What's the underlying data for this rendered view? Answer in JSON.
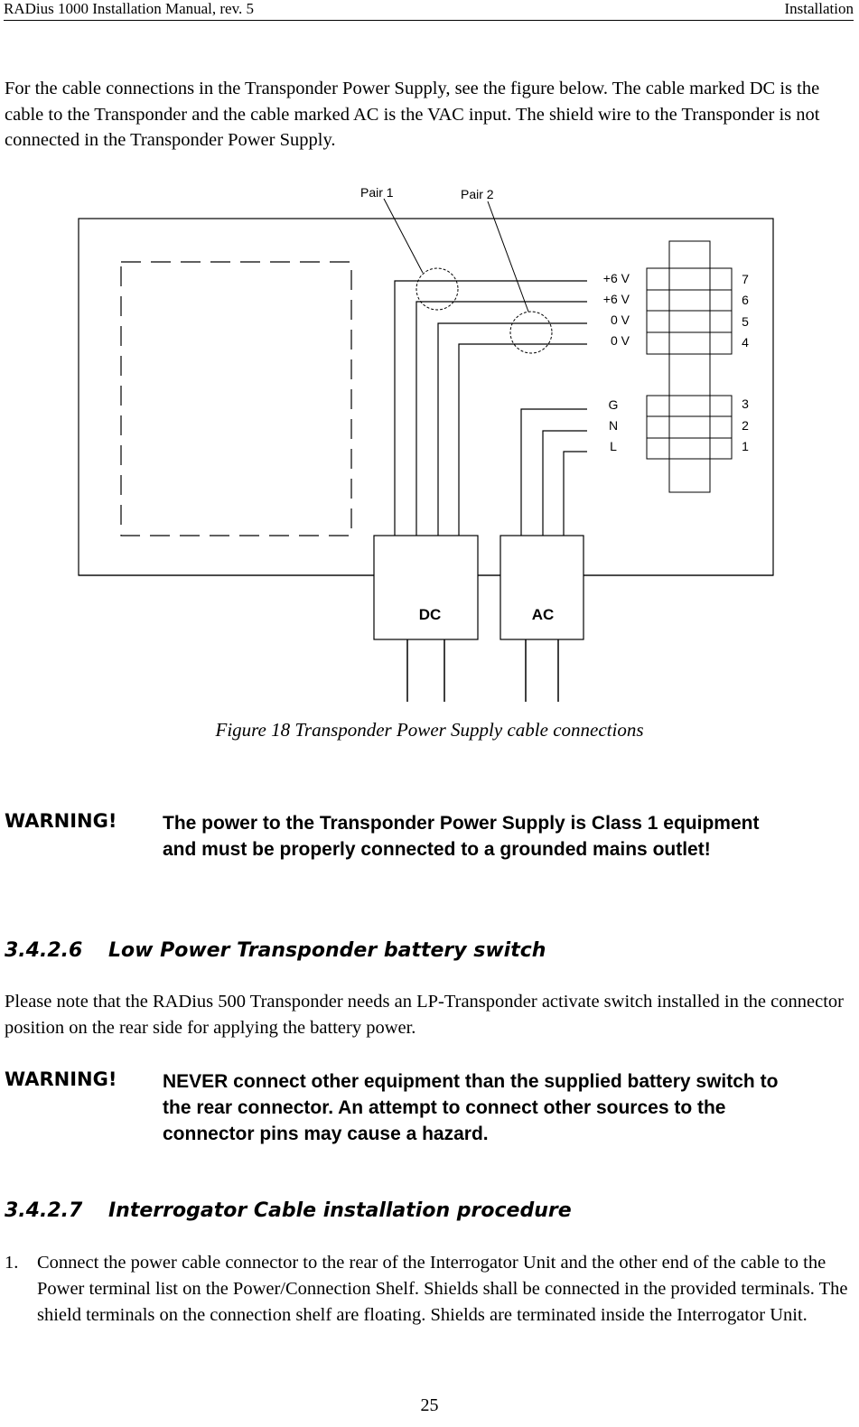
{
  "header": {
    "left": "RADius 1000 Installation Manual, rev. 5",
    "right": "Installation"
  },
  "intro": "For the cable connections in the Transponder Power Supply, see the figure below. The cable marked DC is the cable to the Transponder and the cable marked AC is the VAC input. The shield wire to the Transponder is not connected in the Transponder Power Supply.",
  "figure": {
    "pair1": "Pair 1",
    "pair2": "Pair 2",
    "v1": "+6 V",
    "v2": "+6 V",
    "v3": "0 V",
    "v4": "0 V",
    "g": "G",
    "n": "N",
    "l": "L",
    "p7": "7",
    "p6": "6",
    "p5": "5",
    "p4": "4",
    "p3": "3",
    "p2": "2",
    "p1": "1",
    "dc": "DC",
    "ac": "AC"
  },
  "caption": "Figure 18   Transponder Power Supply cable connections",
  "warning1": {
    "label": "WARNING!",
    "text": "The power to the Transponder Power Supply is Class 1 equipment and must be properly connected to a grounded mains outlet!"
  },
  "section1": {
    "number": "3.4.2.6",
    "title": "Low Power Transponder battery switch"
  },
  "section1_body": "Please note that the RADius 500 Transponder needs an LP-Transponder activate switch installed in the connector position on the rear side for applying the battery power.",
  "warning2": {
    "label": "WARNING!",
    "text": "NEVER connect other equipment than the supplied battery switch to the rear connector. An attempt to connect other sources to the connector pins may cause a hazard."
  },
  "section2": {
    "number": "3.4.2.7",
    "title": "Interrogator Cable installation procedure"
  },
  "list": [
    {
      "num": "1.",
      "text": "Connect the power cable connector to the rear of the Interrogator Unit and the other end of the cable to the Power terminal list on the Power/Connection Shelf. Shields shall be connected in the provided terminals. The shield terminals on the connection shelf are floating. Shields are terminated inside the Interrogator Unit."
    }
  ],
  "page_number": "25"
}
